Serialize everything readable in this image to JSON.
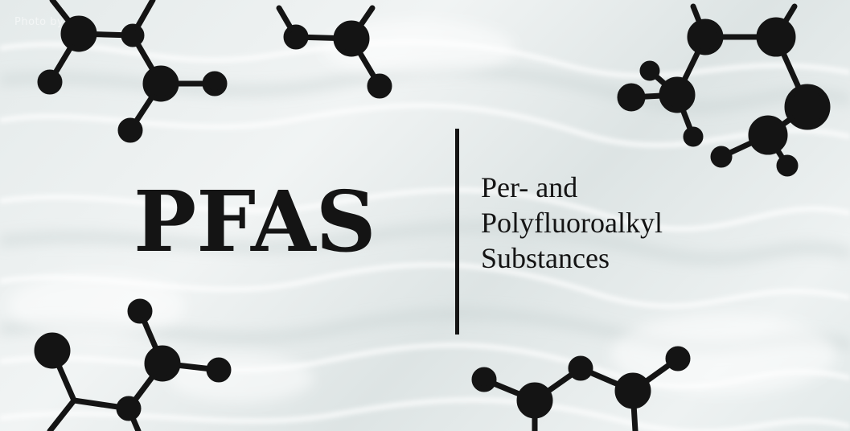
{
  "watermark": "Photo by ...",
  "title": {
    "acronym": "PFAS",
    "lines": [
      "Per- and",
      "Polyfluoroalkyl",
      "Substances"
    ]
  },
  "colors": {
    "ink": "#141414",
    "background": "#e8eeee"
  },
  "decorations": [
    "molecule-icon",
    "molecule-icon",
    "molecule-icon",
    "molecule-icon",
    "molecule-icon"
  ]
}
